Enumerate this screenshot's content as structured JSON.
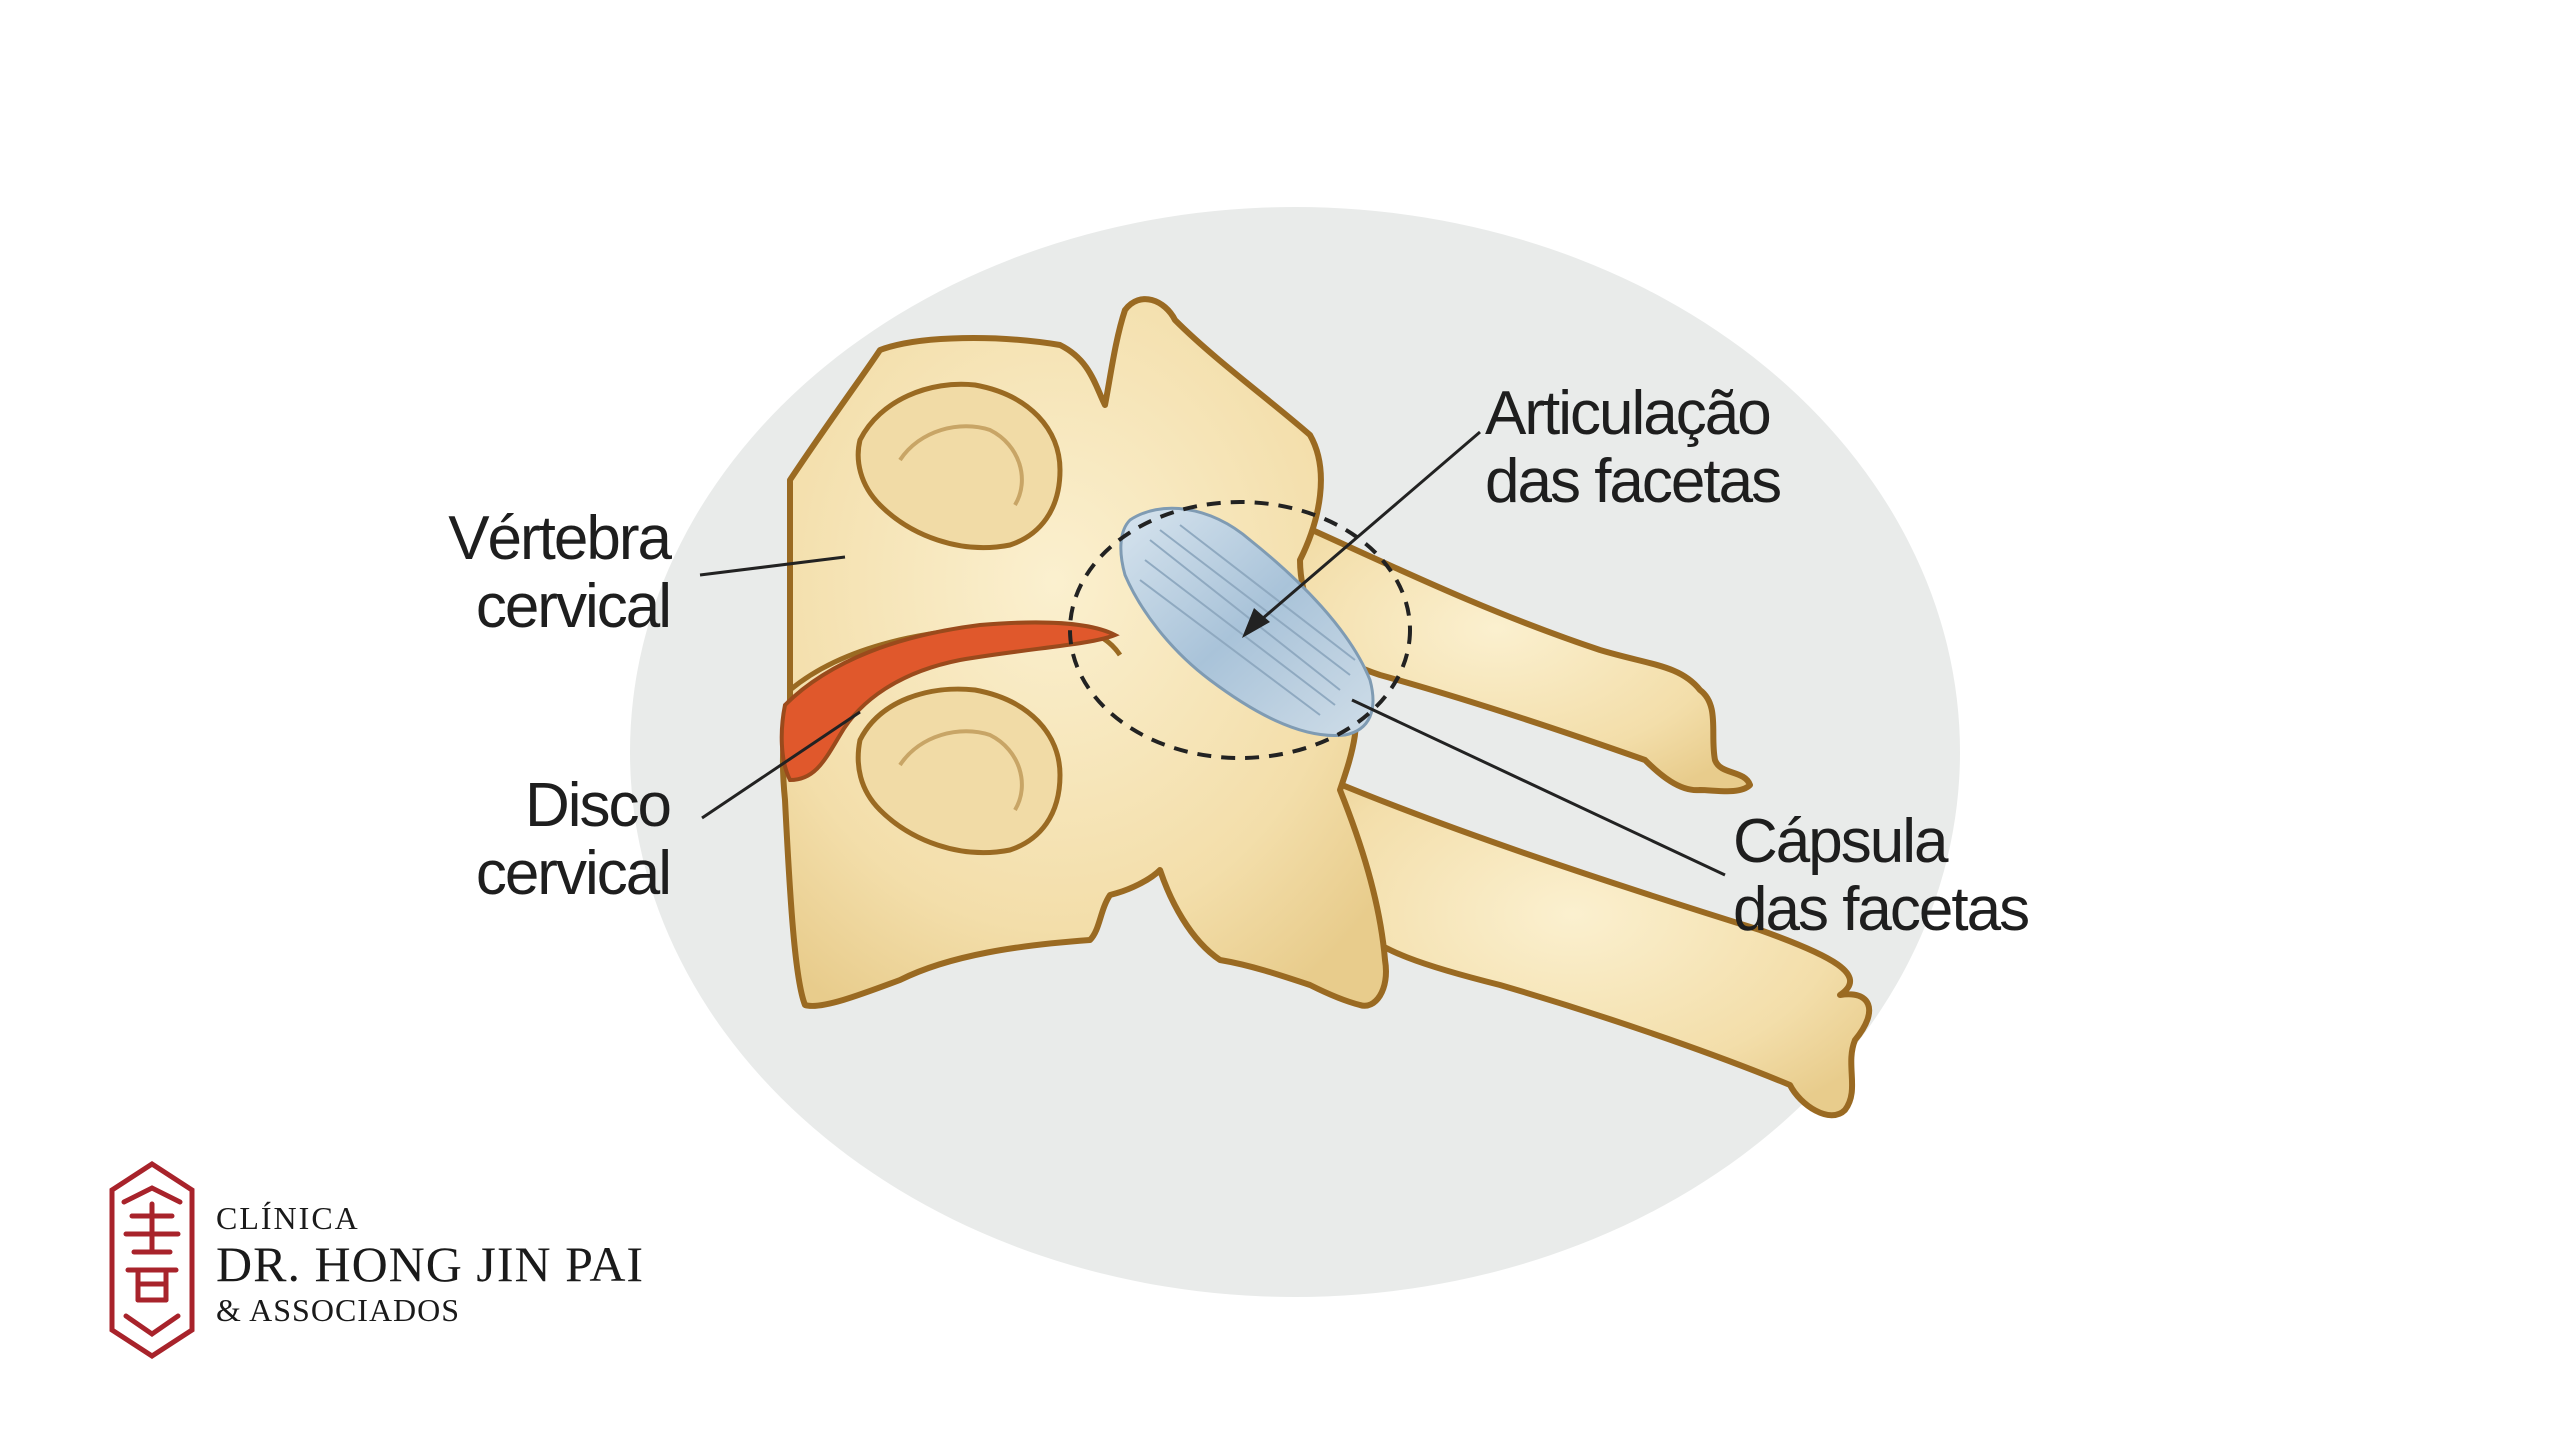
{
  "labels": {
    "vertebra": [
      "Vértebra",
      "cervical"
    ],
    "disco": [
      "Disco",
      "cervical"
    ],
    "articulacao": [
      "Articulação",
      "das facetas"
    ],
    "capsula": [
      "Cápsula",
      "das facetas"
    ]
  },
  "logo": {
    "line1": "CLÍNICA",
    "line2": "DR. HONG JIN PAI",
    "line3": "& ASSOCIADOS",
    "emblem_icon": "red-chinese-seal-icon"
  },
  "colors": {
    "background_ellipse": "#e9ebea",
    "bone_fill": "#f6e3b2",
    "bone_outline": "#9a6a22",
    "disc": "#e0582c",
    "capsule": "#b9cfe0",
    "logo_red": "#a8232b"
  }
}
